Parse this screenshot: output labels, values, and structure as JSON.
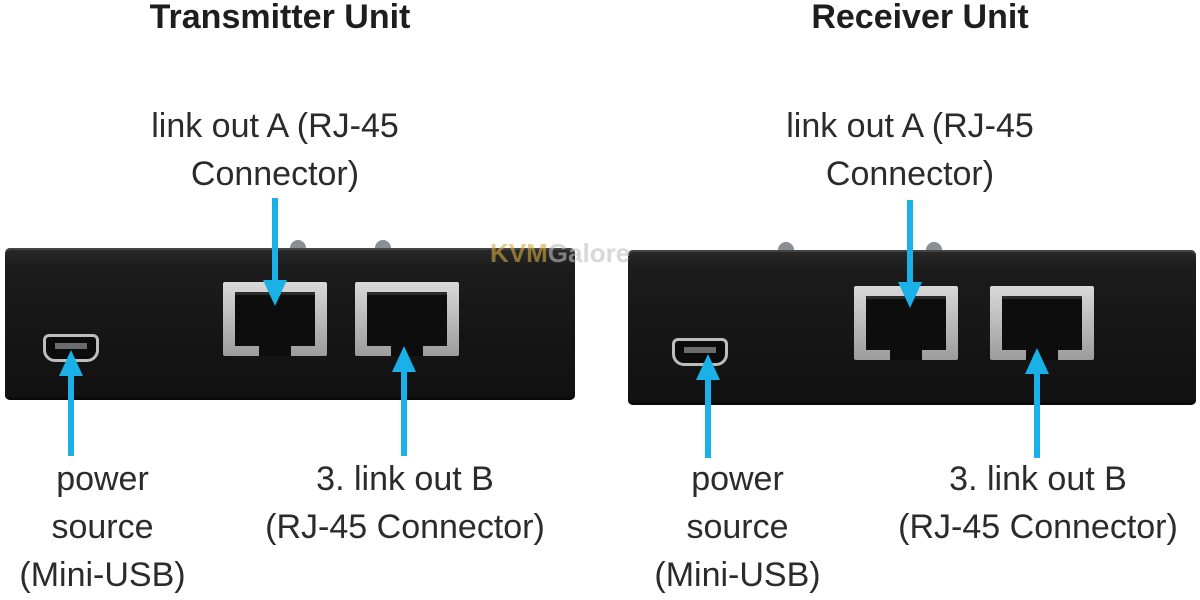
{
  "transmitter": {
    "title": "Transmitter Unit",
    "link_a_line1": "link out A (RJ-45",
    "link_a_line2": "Connector)",
    "link_b_line1": "3. link out B",
    "link_b_line2": "(RJ-45 Connector)",
    "power_line1": "power",
    "power_line2": "source",
    "power_line3": "(Mini-USB)"
  },
  "receiver": {
    "title": "Receiver Unit",
    "link_a_line1": "link out A (RJ-45",
    "link_a_line2": "Connector)",
    "link_b_line1": "3. link out B",
    "link_b_line2": "(RJ-45 Connector)",
    "power_line1": "power",
    "power_line2": "source",
    "power_line3": "(Mini-USB)"
  },
  "watermark": {
    "part1": "KVM",
    "part2": "Galore"
  },
  "colors": {
    "arrow": "#1ab0e8",
    "device": "#161616",
    "text": "#2b2b2b"
  }
}
